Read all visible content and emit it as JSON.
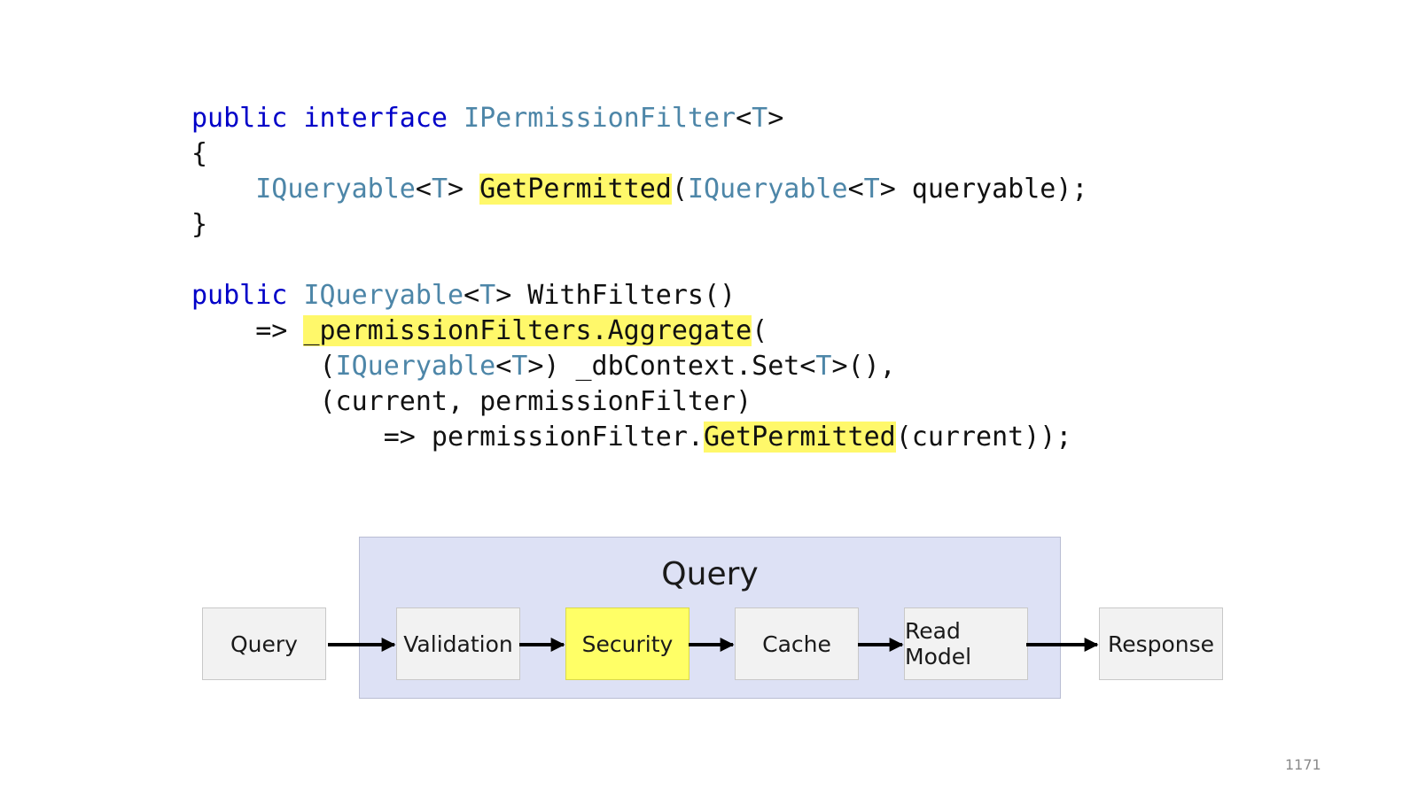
{
  "code": {
    "lines": [
      [
        {
          "t": "public",
          "c": "kw"
        },
        {
          "t": " "
        },
        {
          "t": "interface",
          "c": "kw"
        },
        {
          "t": " "
        },
        {
          "t": "IPermissionFilter",
          "c": "ty"
        },
        {
          "t": "<"
        },
        {
          "t": "T",
          "c": "ty"
        },
        {
          "t": ">"
        }
      ],
      [
        {
          "t": "{"
        }
      ],
      [
        {
          "t": "    "
        },
        {
          "t": "IQueryable",
          "c": "ty"
        },
        {
          "t": "<"
        },
        {
          "t": "T",
          "c": "ty"
        },
        {
          "t": "> "
        },
        {
          "t": "GetPermitted",
          "c": "hl"
        },
        {
          "t": "("
        },
        {
          "t": "IQueryable",
          "c": "ty"
        },
        {
          "t": "<"
        },
        {
          "t": "T",
          "c": "ty"
        },
        {
          "t": "> queryable);"
        }
      ],
      [
        {
          "t": "}"
        }
      ],
      [
        {
          "t": ""
        }
      ],
      [
        {
          "t": "public",
          "c": "kw"
        },
        {
          "t": " "
        },
        {
          "t": "IQueryable",
          "c": "ty"
        },
        {
          "t": "<"
        },
        {
          "t": "T",
          "c": "ty"
        },
        {
          "t": "> WithFilters()"
        }
      ],
      [
        {
          "t": "    => "
        },
        {
          "t": "_permissionFilters.Aggregate",
          "c": "hl"
        },
        {
          "t": "("
        }
      ],
      [
        {
          "t": "        ("
        },
        {
          "t": "IQueryable",
          "c": "ty"
        },
        {
          "t": "<"
        },
        {
          "t": "T",
          "c": "ty"
        },
        {
          "t": ">) _dbContext.Set<"
        },
        {
          "t": "T",
          "c": "ty"
        },
        {
          "t": ">(),"
        }
      ],
      [
        {
          "t": "        (current, permissionFilter)"
        }
      ],
      [
        {
          "t": "            => permissionFilter."
        },
        {
          "t": "GetPermitted",
          "c": "hl"
        },
        {
          "t": "(current));"
        }
      ]
    ]
  },
  "diagram": {
    "group_title": "Query",
    "nodes": [
      "Query",
      "Validation",
      "Security",
      "Cache",
      "Read Model",
      "Response"
    ],
    "highlighted_node": "Security"
  },
  "colors": {
    "keyword": "#0000c8",
    "type": "#4d86a8",
    "highlight": "#fff86a",
    "group_fill": "#dde1f5",
    "node_fill": "#f2f2f2",
    "security_fill": "#ffff66"
  },
  "page": {
    "number": "1171"
  }
}
